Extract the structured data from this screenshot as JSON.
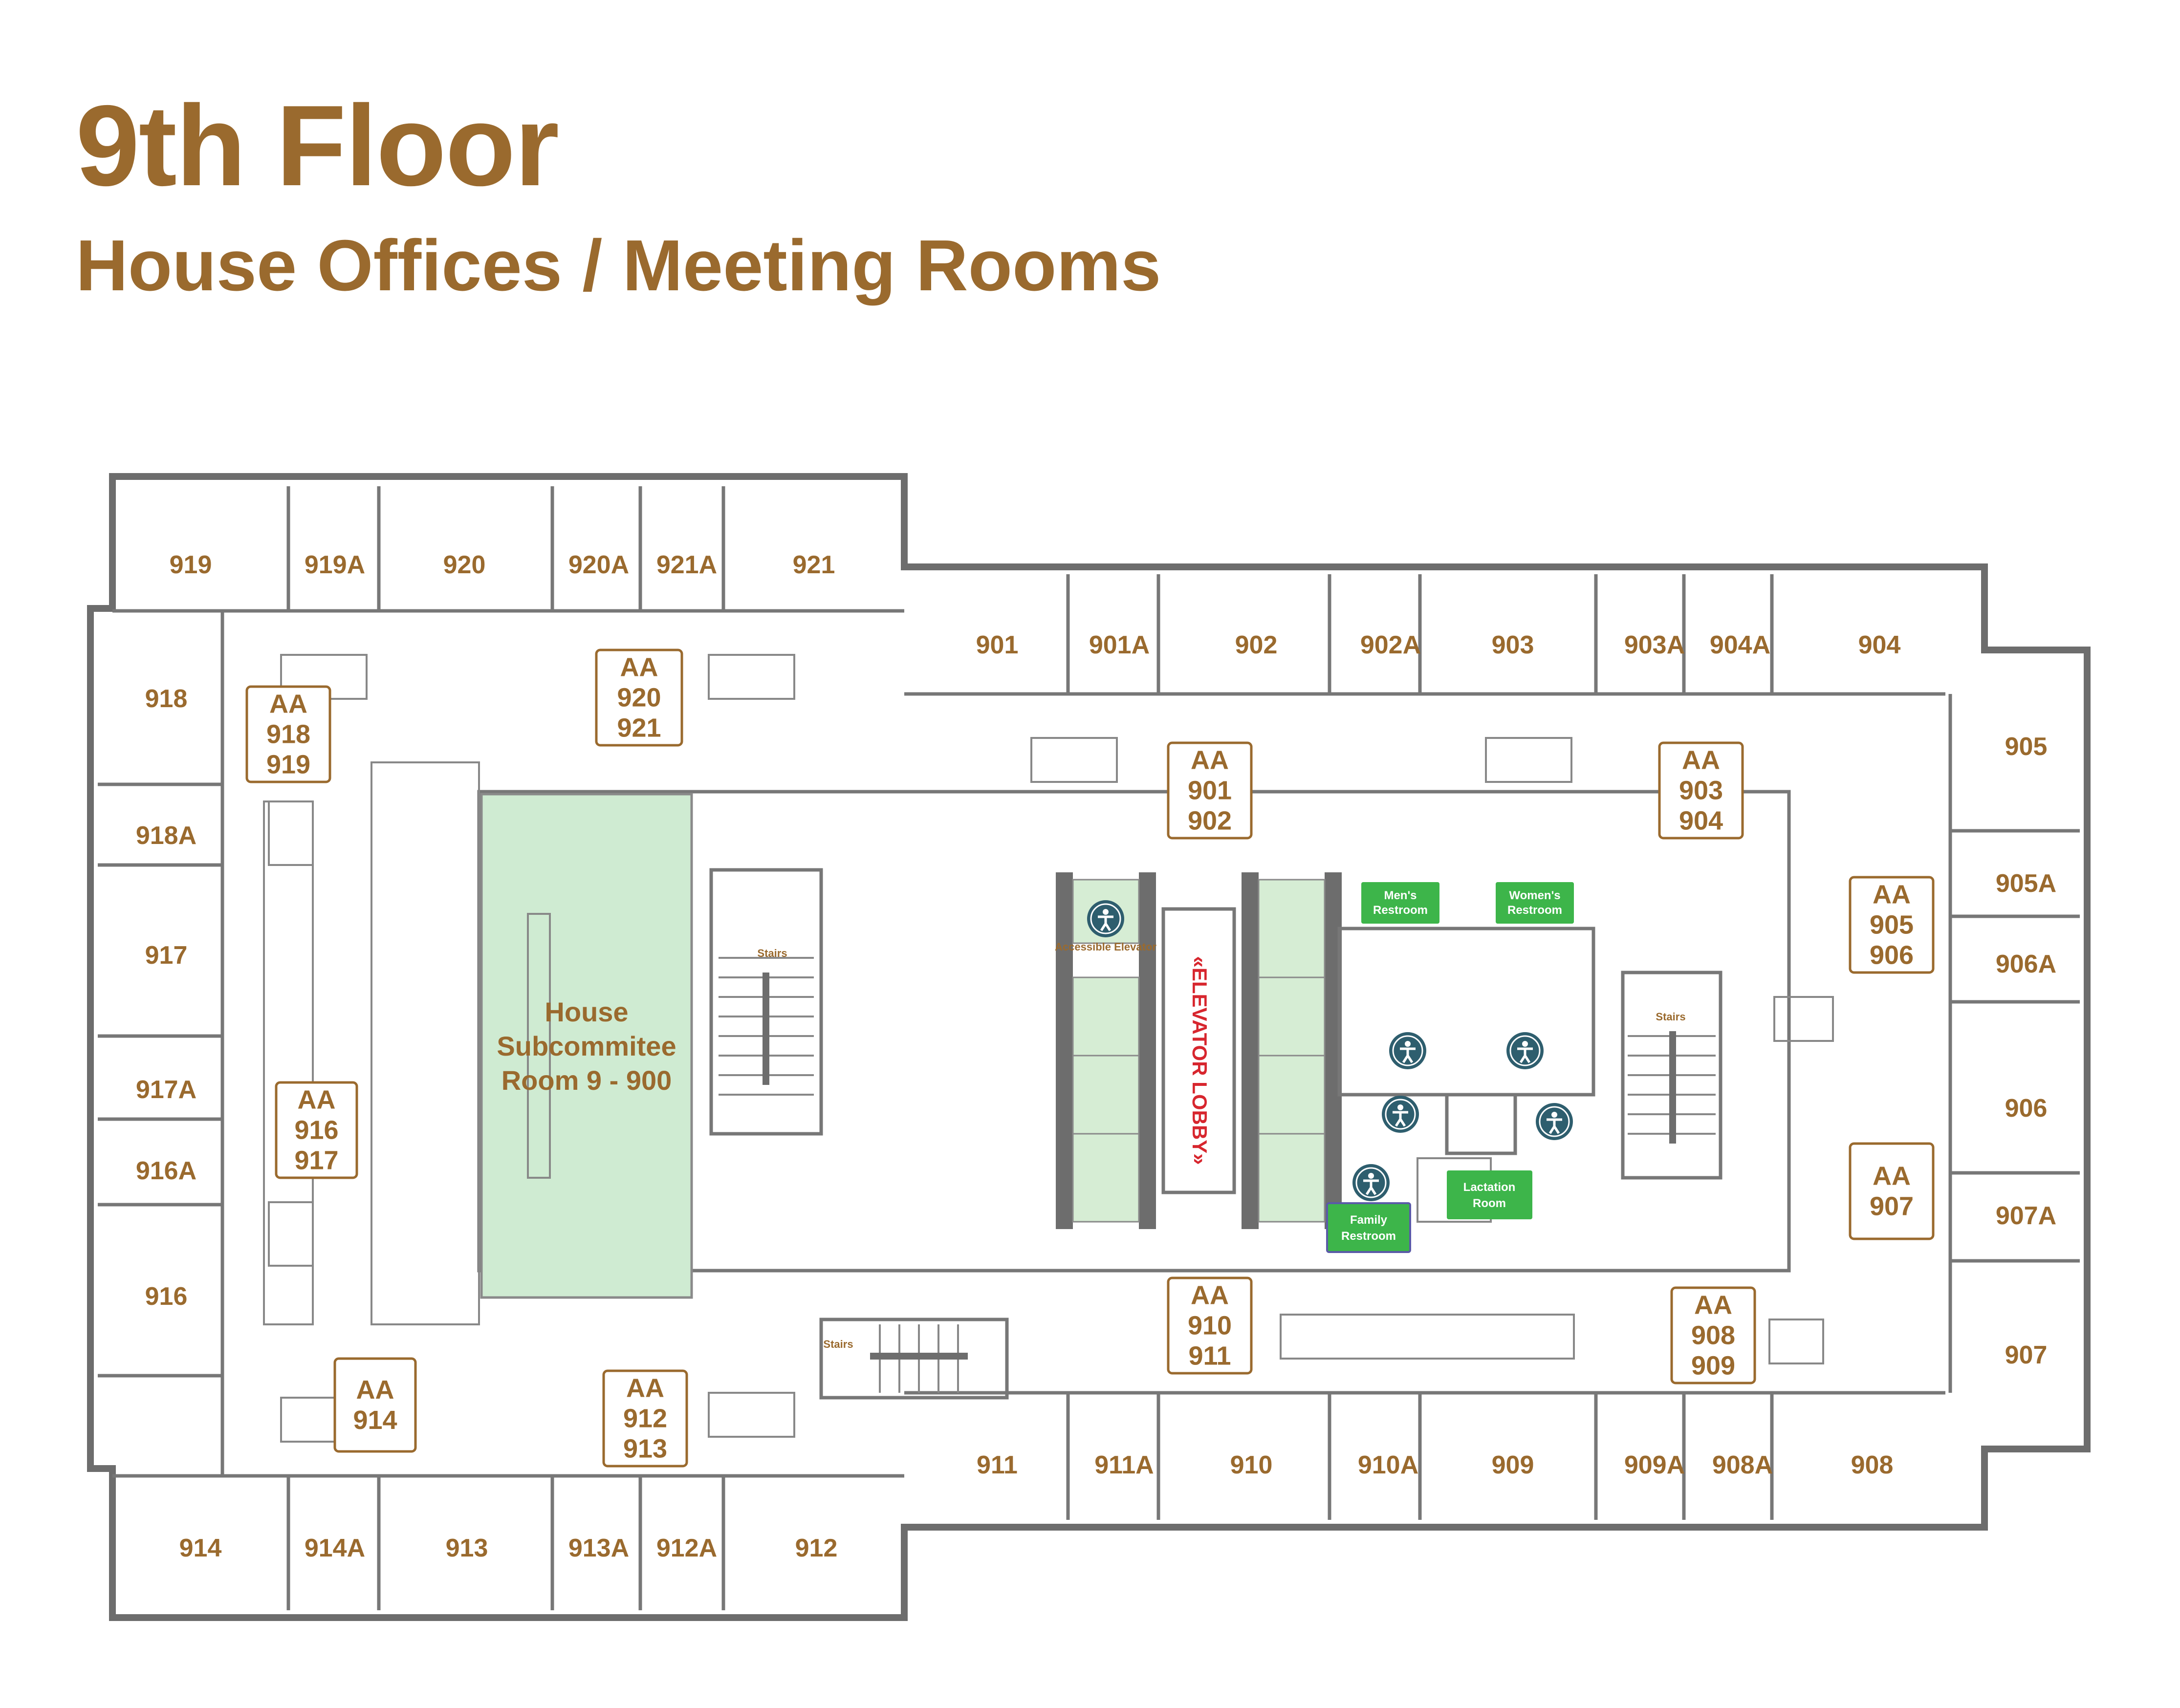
{
  "header": {
    "title": "9th Floor",
    "subtitle": "House Offices / Meeting Rooms"
  },
  "colors": {
    "brand": "#9A6A2E",
    "highlight_room": "#CFEBD2",
    "restroom_badge": "#3DB54A",
    "lobby_text": "#D7262E",
    "accessibility_icon": "#2E5E6E"
  },
  "rooms_top_left": [
    "919",
    "919A",
    "920",
    "920A",
    "921A",
    "921"
  ],
  "rooms_top_right": [
    "901",
    "901A",
    "902",
    "902A",
    "903",
    "903A",
    "904A",
    "904"
  ],
  "rooms_bottom_left": [
    "914",
    "914A",
    "913",
    "913A",
    "912A",
    "912"
  ],
  "rooms_bottom_right": [
    "911",
    "911A",
    "910",
    "910A",
    "909",
    "909A",
    "908A",
    "908"
  ],
  "rooms_left": [
    "918",
    "918A",
    "917",
    "917A",
    "916A",
    "916"
  ],
  "rooms_right": [
    "905",
    "905A",
    "906A",
    "906",
    "907A",
    "907"
  ],
  "aa_boxes": [
    {
      "label": "AA",
      "rooms": [
        "920",
        "921"
      ]
    },
    {
      "label": "AA",
      "rooms": [
        "918",
        "919"
      ]
    },
    {
      "label": "AA",
      "rooms": [
        "901",
        "902"
      ]
    },
    {
      "label": "AA",
      "rooms": [
        "903",
        "904"
      ]
    },
    {
      "label": "AA",
      "rooms": [
        "905",
        "906"
      ]
    },
    {
      "label": "AA",
      "rooms": [
        "916",
        "917"
      ]
    },
    {
      "label": "AA",
      "rooms": [
        "907"
      ]
    },
    {
      "label": "AA",
      "rooms": [
        "910",
        "911"
      ]
    },
    {
      "label": "AA",
      "rooms": [
        "908",
        "909"
      ]
    },
    {
      "label": "AA",
      "rooms": [
        "914"
      ]
    },
    {
      "label": "AA",
      "rooms": [
        "912",
        "913"
      ]
    }
  ],
  "subcommittee": {
    "line1": "House",
    "line2": "Subcommitee",
    "line3": "Room 9 - 900"
  },
  "labels": {
    "stairs_1": "Stairs",
    "stairs_2": "Stairs",
    "stairs_3": "Stairs",
    "accessible_elevator": "Accessible Elevator",
    "elevator_lobby": "«ELEVATOR LOBBY»"
  },
  "restrooms": {
    "mens_1": "Men's",
    "mens_2": "Restroom",
    "womens_1": "Women's",
    "womens_2": "Restroom",
    "lactation_1": "Lactation",
    "lactation_2": "Room",
    "family_1": "Family",
    "family_2": "Restroom"
  },
  "icons": [
    "accessibility-icon"
  ]
}
